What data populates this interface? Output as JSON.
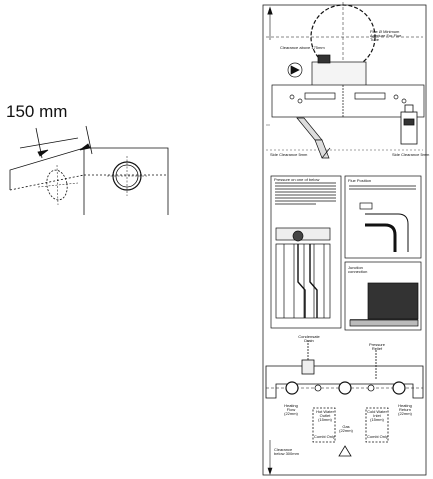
{
  "dimension_label": "150 mm",
  "template": {
    "flue_note": "Clearance above 175mm",
    "flue_circle_note": "Flue Ø Minimum Aperture For Flue Tube",
    "side_left": "Side Clearance 5mm",
    "side_right": "Side Clearance 5mm",
    "pressure_title": "Pressure on one of below",
    "flue_position_title": "Flue Position",
    "junction_title": "Junction connection",
    "condensate": "Condensate Drain",
    "pressure_relief": "Pressure Relief",
    "bottom_labels": {
      "heating_flow": "Heating Flow (22mm)",
      "hot_water": "Hot Water Outlet (15mm)",
      "gas": "Gas (22mm)",
      "cold_water": "Cold Water Inlet (15mm)",
      "heating_return": "Heating Return (22mm)",
      "combi_only_1": "Combi Only",
      "combi_only_2": "Combi Only"
    },
    "bottom_note": "Clearance below 300mm"
  }
}
